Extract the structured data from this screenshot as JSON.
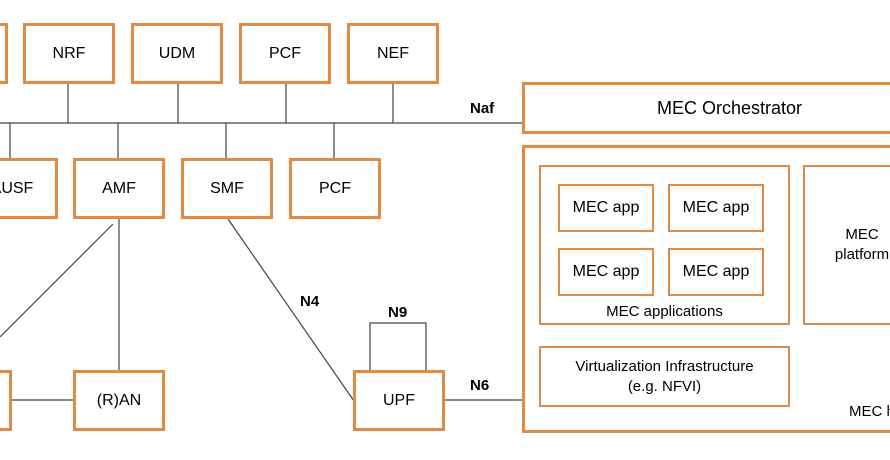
{
  "colors": {
    "box_border": "#e08a43",
    "line": "#444444"
  },
  "nodes": {
    "nrf": "NRF",
    "udm": "UDM",
    "pcf_top": "PCF",
    "nef": "NEF",
    "ausf": "AUSF",
    "amf": "AMF",
    "smf": "SMF",
    "pcf_bottom": "PCF",
    "ran": "(R)AN",
    "upf": "UPF",
    "mec_orchestrator": "MEC Orchestrator",
    "mec_app": "MEC app",
    "mec_applications": "MEC applications",
    "mec_platform": "MEC platform",
    "virtualization_line1": "Virtualization Infrastructure",
    "virtualization_line2": "(e.g. NFVI)",
    "mec_host": "MEC host"
  },
  "interfaces": {
    "naf": "Naf",
    "n4": "N4",
    "n9": "N9",
    "n6": "N6"
  }
}
